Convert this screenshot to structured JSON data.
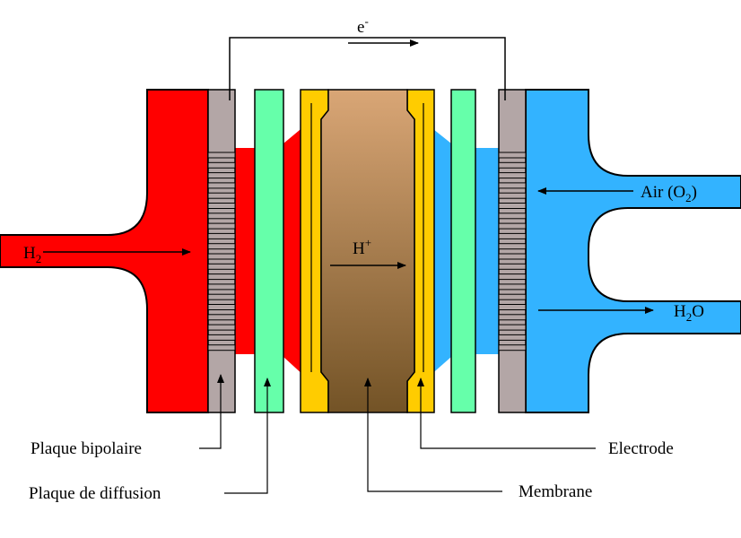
{
  "labels": {
    "electron": "e",
    "electron_sup": "-",
    "hydrogen": "H",
    "hydrogen_sub": "2",
    "proton": "H",
    "proton_sup": "+",
    "air": "Air (O",
    "air_sub": "2",
    "air_close": ")",
    "water": "H",
    "water_sub": "2",
    "water_tail": "O",
    "bipolar_plate": "Plaque bipolaire",
    "diffusion_plate": "Plaque de diffusion",
    "membrane": "Membrane",
    "electrode": "Electrode"
  },
  "colors": {
    "hydrogen_side": "#ff0000",
    "air_side": "#33b3ff",
    "bipolar_plate": "#b3a6a6",
    "diffusion_plate": "#66ffaa",
    "electrode": "#ffcc00",
    "membrane_top": "#d9a676",
    "membrane_bottom": "#735326",
    "outline": "#000000"
  }
}
